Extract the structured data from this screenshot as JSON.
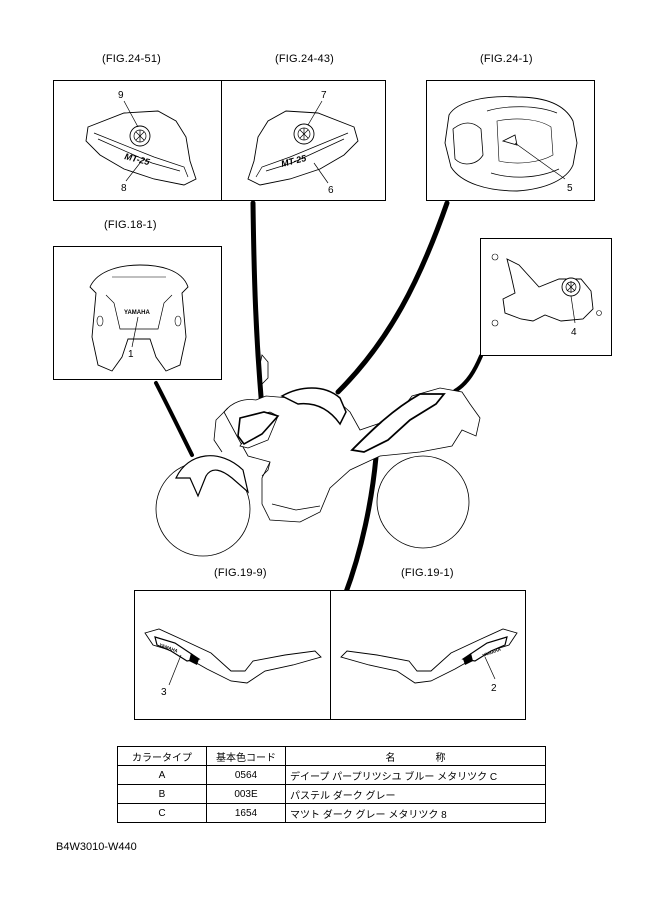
{
  "figures": {
    "fig_24_51": "(FIG.24-51)",
    "fig_24_43": "(FIG.24-43)",
    "fig_24_1": "(FIG.24-1)",
    "fig_18_1": "(FIG.18-1)",
    "fig_19_9": "(FIG.19-9)",
    "fig_19_1": "(FIG.19-1)"
  },
  "callouts": {
    "c1": "1",
    "c2": "2",
    "c3": "3",
    "c4": "4",
    "c5": "5",
    "c6": "6",
    "c7": "7",
    "c8": "8",
    "c9": "9"
  },
  "decal_text": {
    "mt25_left": "MT-25",
    "mt25_right": "MT-25",
    "yamaha": "YAMAHA"
  },
  "table": {
    "headers": [
      "カラータイプ",
      "基本色コード",
      "名　　　　称"
    ],
    "rows": [
      [
        "A",
        "0564",
        "デイープ パープリツシユ ブルー メタリツク C"
      ],
      [
        "B",
        "003E",
        "パステル ダーク グレー"
      ],
      [
        "C",
        "1654",
        "マツト ダーク グレー メタリツク 8"
      ]
    ]
  },
  "footer_code": "B4W3010-W440"
}
